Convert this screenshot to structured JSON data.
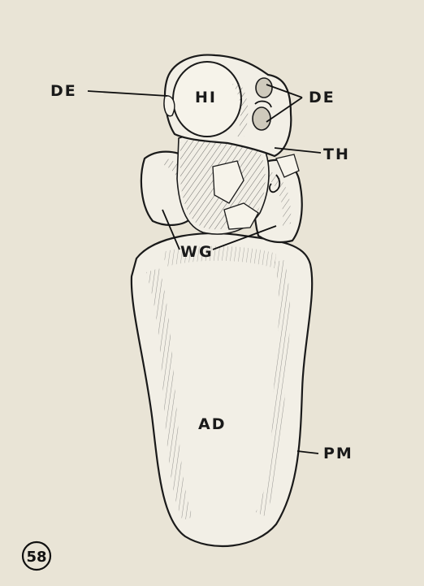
{
  "figure": {
    "number": "58",
    "labels": {
      "de_left": "DE",
      "de_right": "DE",
      "hi": "HI",
      "th": "TH",
      "wg": "WG",
      "ad": "AD",
      "pm": "PM"
    }
  }
}
